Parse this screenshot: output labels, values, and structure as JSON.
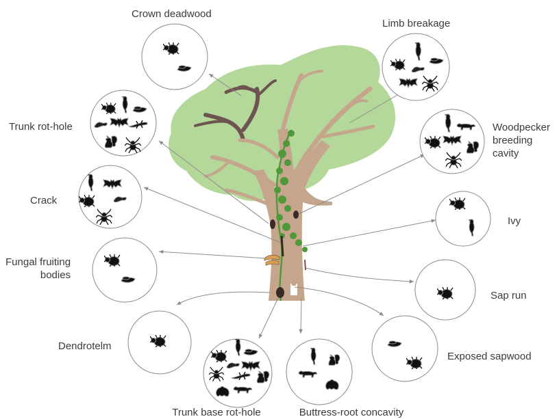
{
  "diagram": {
    "labels": {
      "crown_deadwood": "Crown deadwood",
      "limb_breakage": "Limb breakage",
      "trunk_rot_hole": "Trunk rot-hole",
      "woodpecker": [
        "Woodpecker",
        "breeding",
        "cavity"
      ],
      "crack": "Crack",
      "ivy": "Ivy",
      "fungal": [
        "Fungal fruiting",
        "bodies"
      ],
      "sap_run": "Sap run",
      "dendrotelm": "Dendrotelm",
      "exposed_sapwood": "Exposed sapwood",
      "trunk_base_rot_hole": "Trunk base rot-hole",
      "buttress_root": "Buttress-root concavity"
    },
    "colors": {
      "canopy": "#b4d89a",
      "trunk": "#c5a68c",
      "deadwood": "#6e5450",
      "ivy": "#4e9a3a",
      "circle_stroke": "#8a8a8a",
      "arrow": "#8c8c8c",
      "silhouette": "#111111"
    },
    "icons": [
      "beetle-icon",
      "bird-icon",
      "bat-icon",
      "spider-icon",
      "squirrel-icon",
      "marten-icon",
      "larva-icon",
      "hoverfly-icon",
      "frog-icon",
      "lizard-icon"
    ]
  }
}
